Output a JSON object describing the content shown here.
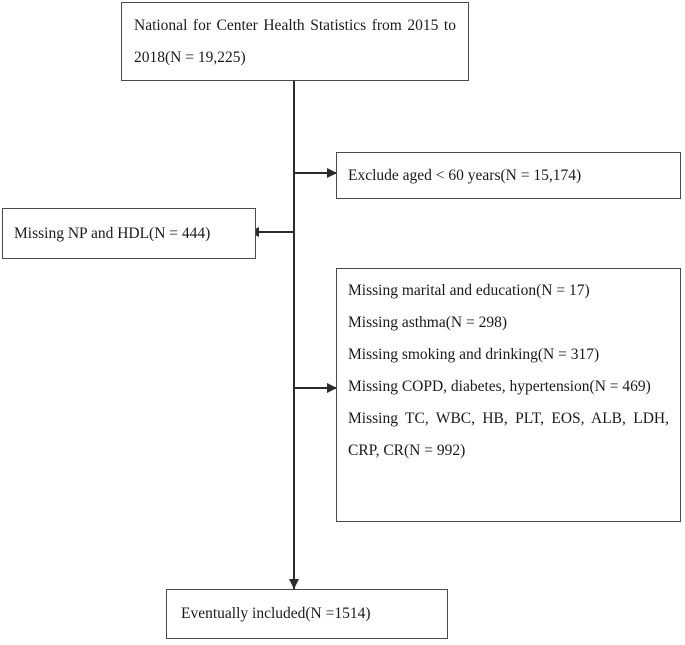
{
  "diagram": {
    "title": "Participant selection flow diagram",
    "nodes": {
      "source": {
        "text": "National for Center Health Statistics from 2015 to 2018(N = 19,225)"
      },
      "exclude_age": {
        "text": "Exclude aged < 60 years(N = 15,174)"
      },
      "missing_np_hdl": {
        "text": "Missing NP and HDL(N = 444)"
      },
      "missing_covariates": {
        "lines": [
          "Missing marital and education(N = 17)",
          "Missing asthma(N = 298)",
          "Missing smoking and drinking(N = 317)",
          "Missing COPD, diabetes, hypertension(N = 469)",
          "Missing TC, WBC, HB, PLT, EOS, ALB, LDH, CRP, CR(N = 992)"
        ]
      },
      "included": {
        "text": "Eventually included(N =1514)"
      }
    },
    "colors": {
      "box_border": "#4a4a4a",
      "connector": "#2b2b2b",
      "background": "#ffffff",
      "text": "#1a1a1a"
    }
  }
}
